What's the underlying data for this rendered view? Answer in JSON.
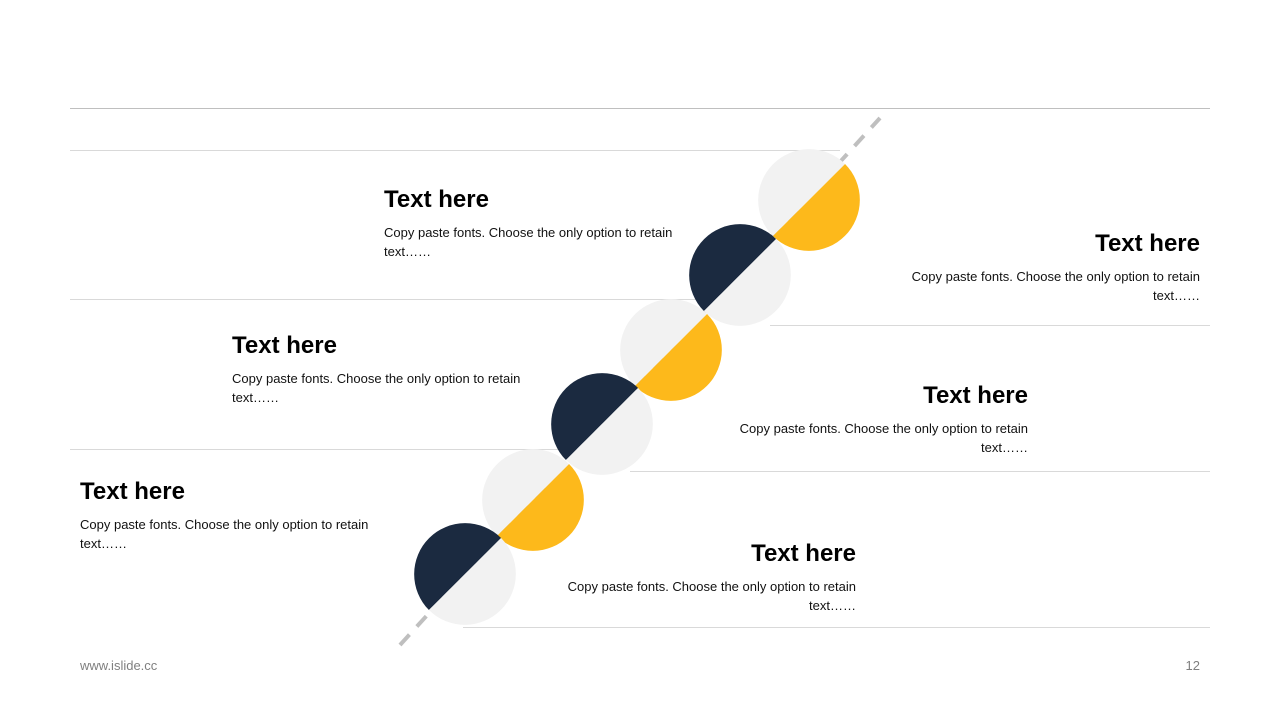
{
  "colors": {
    "navy": "#1B2A40",
    "yellow": "#FDB91B",
    "light_gray": "#F2F2F2",
    "dash": "#BFBFBF"
  },
  "items": [
    {
      "title": "Text here",
      "description": "Copy paste fonts. Choose the only option to retain text……"
    },
    {
      "title": "Text here",
      "description": "Copy paste fonts. Choose the only option to retain text……"
    },
    {
      "title": "Text here",
      "description": "Copy paste fonts. Choose the only option to retain text……"
    },
    {
      "title": "Text here",
      "description": "Copy paste fonts. Choose the only option to retain text……"
    },
    {
      "title": "Text here",
      "description": "Copy paste fonts. Choose the only option to retain text……"
    },
    {
      "title": "Text here",
      "description": "Copy paste fonts. Choose the only option to retain text……"
    }
  ],
  "footer": {
    "url": "www.islide.cc",
    "page_number": "12"
  }
}
